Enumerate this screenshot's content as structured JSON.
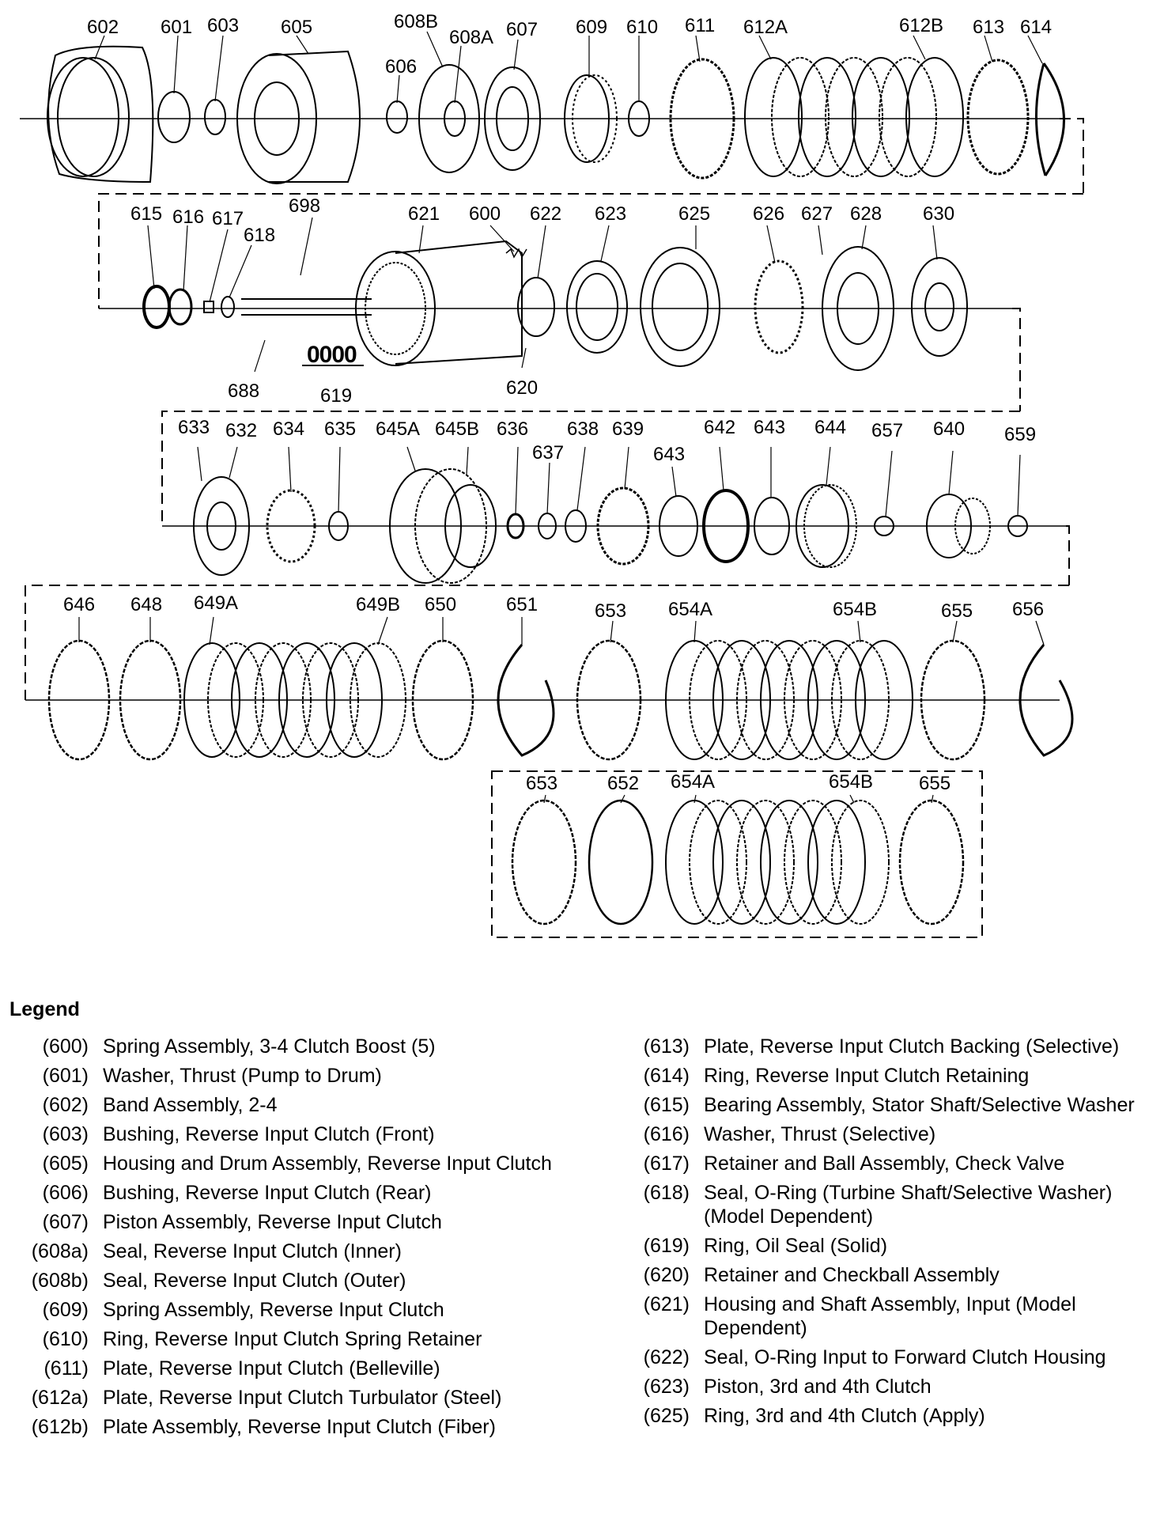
{
  "diagram": {
    "callouts": {
      "602": "602",
      "601": "601",
      "603": "603",
      "605": "605",
      "606": "606",
      "608B": "608B",
      "608A": "608A",
      "607": "607",
      "609": "609",
      "610": "610",
      "611": "611",
      "612A": "612A",
      "612B": "612B",
      "613": "613",
      "614": "614",
      "615": "615",
      "616": "616",
      "617": "617",
      "618": "618",
      "698": "698",
      "621": "621",
      "600": "600",
      "622": "622",
      "623": "623",
      "625": "625",
      "626": "626",
      "627": "627",
      "628": "628",
      "630": "630",
      "688": "688",
      "619": "619",
      "620": "620",
      "633": "633",
      "632": "632",
      "634": "634",
      "635": "635",
      "645A": "645A",
      "645B": "645B",
      "636": "636",
      "637": "637",
      "638": "638",
      "639": "639",
      "643a": "643",
      "643b": "643",
      "642": "642",
      "644": "644",
      "657": "657",
      "640": "640",
      "659": "659",
      "646": "646",
      "648": "648",
      "649A": "649A",
      "649B": "649B",
      "650": "650",
      "651": "651",
      "653": "653",
      "654A": "654A",
      "654B": "654B",
      "655": "655",
      "656": "656",
      "i653": "653",
      "i652": "652",
      "i654A": "654A",
      "i654B": "654B",
      "i655": "655"
    },
    "ring_seal_text": "0000"
  },
  "legend": {
    "title": "Legend",
    "left": [
      {
        "code": "(600)",
        "desc": "Spring Assembly, 3-4 Clutch Boost (5)"
      },
      {
        "code": "(601)",
        "desc": "Washer, Thrust (Pump to Drum)"
      },
      {
        "code": "(602)",
        "desc": "Band Assembly, 2-4"
      },
      {
        "code": "(603)",
        "desc": "Bushing, Reverse Input Clutch (Front)"
      },
      {
        "code": "(605)",
        "desc": "Housing and Drum Assembly, Reverse Input Clutch"
      },
      {
        "code": "(606)",
        "desc": "Bushing, Reverse Input Clutch (Rear)"
      },
      {
        "code": "(607)",
        "desc": "Piston Assembly, Reverse Input Clutch"
      },
      {
        "code": "(608a)",
        "desc": "Seal, Reverse Input Clutch (Inner)"
      },
      {
        "code": "(608b)",
        "desc": "Seal, Reverse Input Clutch (Outer)"
      },
      {
        "code": "(609)",
        "desc": "Spring Assembly, Reverse Input Clutch"
      },
      {
        "code": "(610)",
        "desc": "Ring, Reverse Input Clutch Spring Retainer"
      },
      {
        "code": "(611)",
        "desc": "Plate, Reverse Input Clutch (Belleville)"
      },
      {
        "code": "(612a)",
        "desc": "Plate, Reverse Input Clutch Turbulator (Steel)"
      },
      {
        "code": "(612b)",
        "desc": "Plate Assembly, Reverse Input Clutch (Fiber)"
      }
    ],
    "right": [
      {
        "code": "(613)",
        "desc": "Plate, Reverse Input Clutch Backing (Selective)"
      },
      {
        "code": "(614)",
        "desc": "Ring, Reverse Input Clutch Retaining"
      },
      {
        "code": "(615)",
        "desc": "Bearing Assembly, Stator Shaft/Selective Washer"
      },
      {
        "code": "(616)",
        "desc": "Washer, Thrust (Selective)"
      },
      {
        "code": "(617)",
        "desc": "Retainer and Ball Assembly, Check Valve"
      },
      {
        "code": "(618)",
        "desc": "Seal, O-Ring (Turbine Shaft/Selective Washer) (Model Dependent)"
      },
      {
        "code": "(619)",
        "desc": "Ring, Oil Seal (Solid)"
      },
      {
        "code": "(620)",
        "desc": "Retainer and Checkball Assembly"
      },
      {
        "code": "(621)",
        "desc": "Housing and Shaft Assembly, Input (Model Dependent)"
      },
      {
        "code": "(622)",
        "desc": "Seal, O-Ring Input to Forward Clutch Housing"
      },
      {
        "code": "(623)",
        "desc": "Piston, 3rd and 4th Clutch"
      },
      {
        "code": "(625)",
        "desc": "Ring, 3rd and 4th Clutch (Apply)"
      }
    ]
  }
}
